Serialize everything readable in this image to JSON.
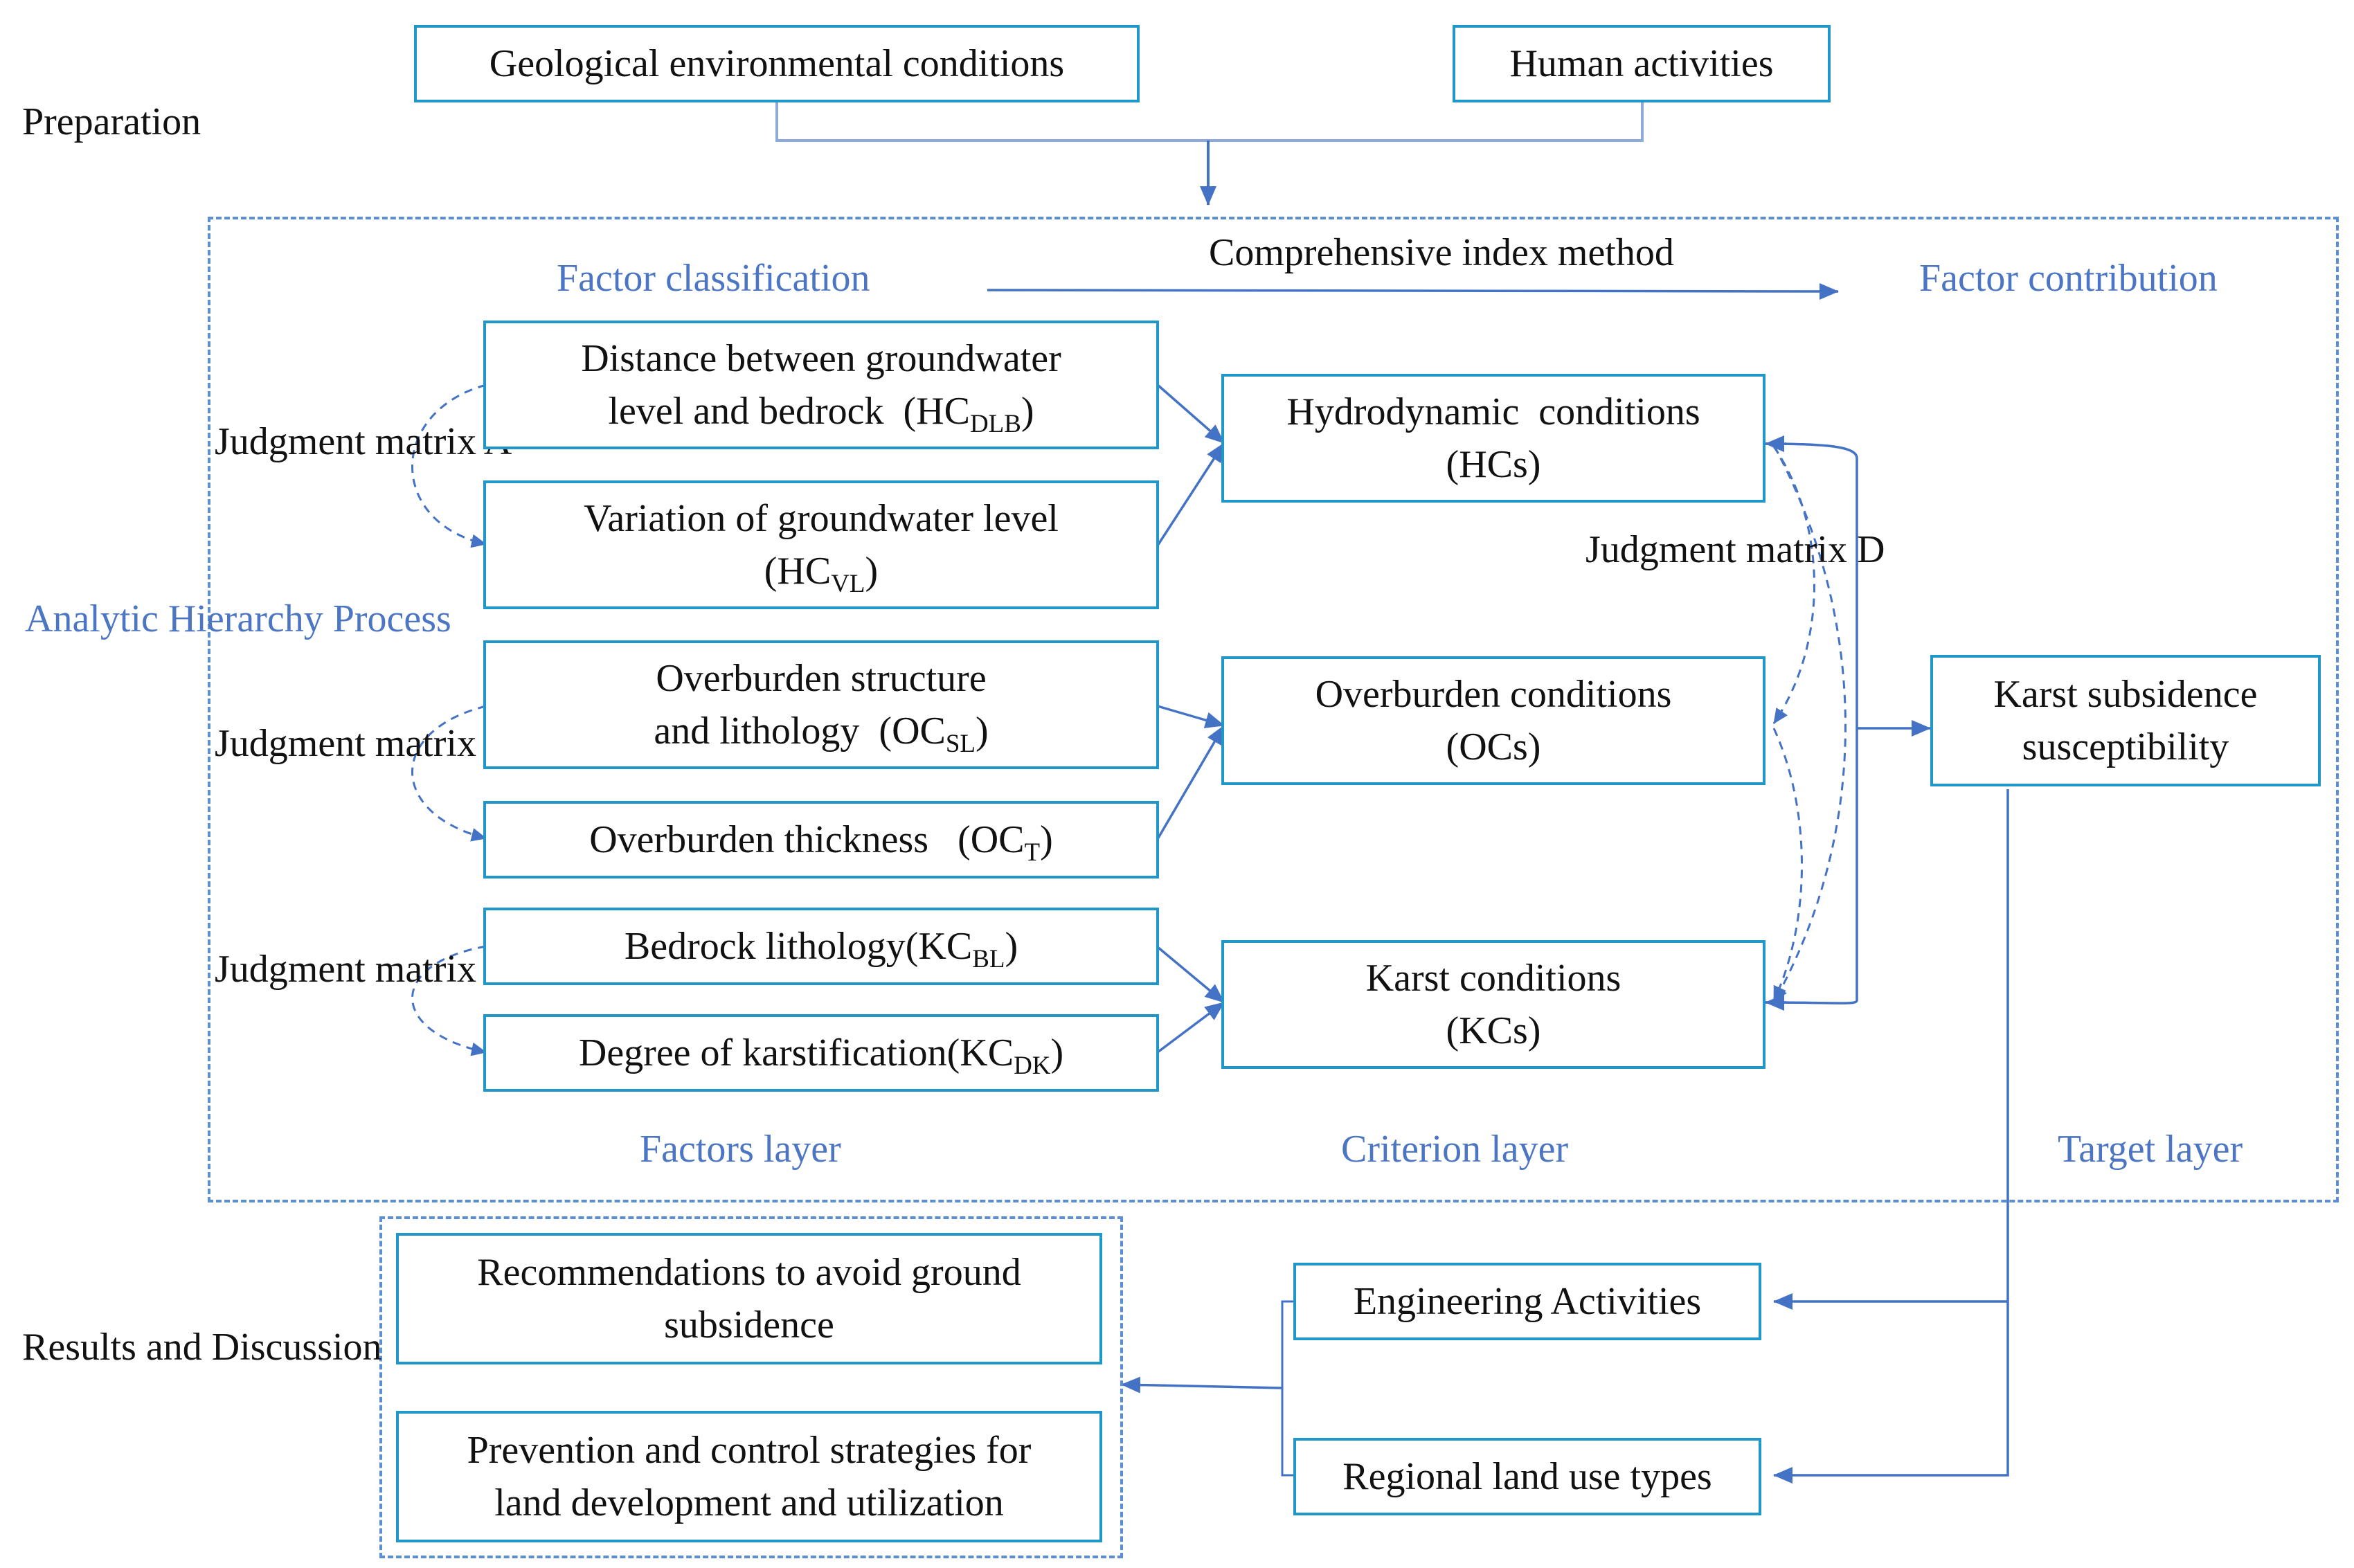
{
  "stages": {
    "preparation": "Preparation",
    "analytic": [
      "Analytic",
      "Hierarchy",
      "Process"
    ],
    "results": [
      "Results and",
      "Discussion"
    ]
  },
  "inputs": {
    "geological": "Geological environmental conditions",
    "human": "Human activities"
  },
  "headings": {
    "factor_classification": "Factor classification",
    "method": "Comprehensive index method",
    "factor_contribution": "Factor contribution"
  },
  "layers": {
    "factors": "Factors layer",
    "criterion": "Criterion layer",
    "target": "Target layer"
  },
  "judgment": {
    "a": [
      "Judgment",
      "matrix A"
    ],
    "b": [
      "Judgment",
      "matrix B"
    ],
    "c": [
      "Judgment",
      "matrix C"
    ],
    "d": [
      "Judgment",
      "matrix D"
    ]
  },
  "factors": {
    "dlb": {
      "line1": "Distance between groundwater",
      "line2": "level and bedrock  (HC",
      "sub": "DLB",
      "tail": ")"
    },
    "vl": {
      "line1": "Variation of groundwater level",
      "line2": "(HC",
      "sub": "VL",
      "tail": ")"
    },
    "sl": {
      "line1": "Overburden structure",
      "line2": "and lithology  (OC",
      "sub": "SL",
      "tail": ")"
    },
    "t": {
      "line1": "Overburden thickness   (OC",
      "sub": "T",
      "tail": ")"
    },
    "bl": {
      "line1": "Bedrock lithology(KC",
      "sub": "BL",
      "tail": ")"
    },
    "dk": {
      "line1": "Degree of karstification(KC",
      "sub": "DK",
      "tail": ")"
    }
  },
  "criteria": {
    "hc": [
      "Hydrodynamic  conditions",
      "(HCs)"
    ],
    "oc": [
      "Overburden conditions",
      "(OCs)"
    ],
    "kc": [
      "Karst conditions",
      "(KCs)"
    ]
  },
  "target": [
    "Karst subsidence",
    "susceptibility"
  ],
  "outcomes": {
    "engineering": "Engineering Activities",
    "landuse": "Regional land use types",
    "recommendations": [
      "Recommendations to avoid ground",
      "subsidence"
    ],
    "strategies": [
      "Prevention and control strategies for",
      "land development and utilization"
    ]
  },
  "colors": {
    "box_border": "#1f97c8",
    "arrow": "#4472c4",
    "heading": "#4c76c4",
    "dashed": "#5b8fd1"
  }
}
